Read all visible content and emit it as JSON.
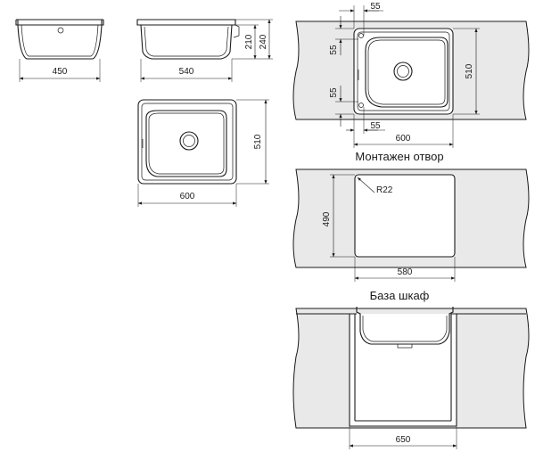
{
  "views": {
    "front": {
      "width": "450"
    },
    "side": {
      "width": "540",
      "depth_bowl": "210",
      "depth_total": "240"
    },
    "top": {
      "width": "600",
      "height": "510"
    },
    "installed": {
      "top_offset": "55",
      "left_top": "55",
      "left_bottom": "55",
      "bottom_offset": "55",
      "width": "600",
      "height": "510"
    },
    "cutout": {
      "caption": "Монтажен отвор",
      "radius": "R22",
      "height": "490",
      "width": "580"
    },
    "cabinet": {
      "caption": "База шкаф",
      "width": "650"
    }
  }
}
